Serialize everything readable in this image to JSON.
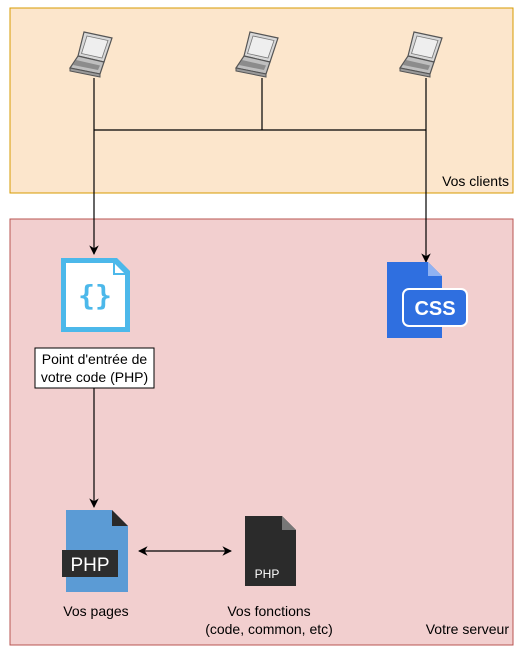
{
  "zones": {
    "clients_label": "Vos clients",
    "server_label": "Votre serveur"
  },
  "entry": {
    "line1": "Point d'entrée de",
    "line2": "votre code (PHP)"
  },
  "css_file": {
    "label": "CSS"
  },
  "pages": {
    "badge": "PHP",
    "label": "Vos pages"
  },
  "functions": {
    "badge": "PHP",
    "label_line1": "Vos fonctions",
    "label_line2": "(code, common, etc)"
  },
  "colors": {
    "clients_fill": "#fce6cc",
    "clients_stroke": "#d79b00",
    "server_fill": "#f2cfcf",
    "server_stroke": "#b85450",
    "code_icon": "#4cb8ea",
    "css_icon": "#2f6fe0",
    "php_pages_icon": "#5b9bd5",
    "php_functions_icon": "#2b2b2b"
  },
  "icons": [
    "laptop-icon",
    "code-file-icon",
    "css-file-icon",
    "php-file-icon"
  ]
}
